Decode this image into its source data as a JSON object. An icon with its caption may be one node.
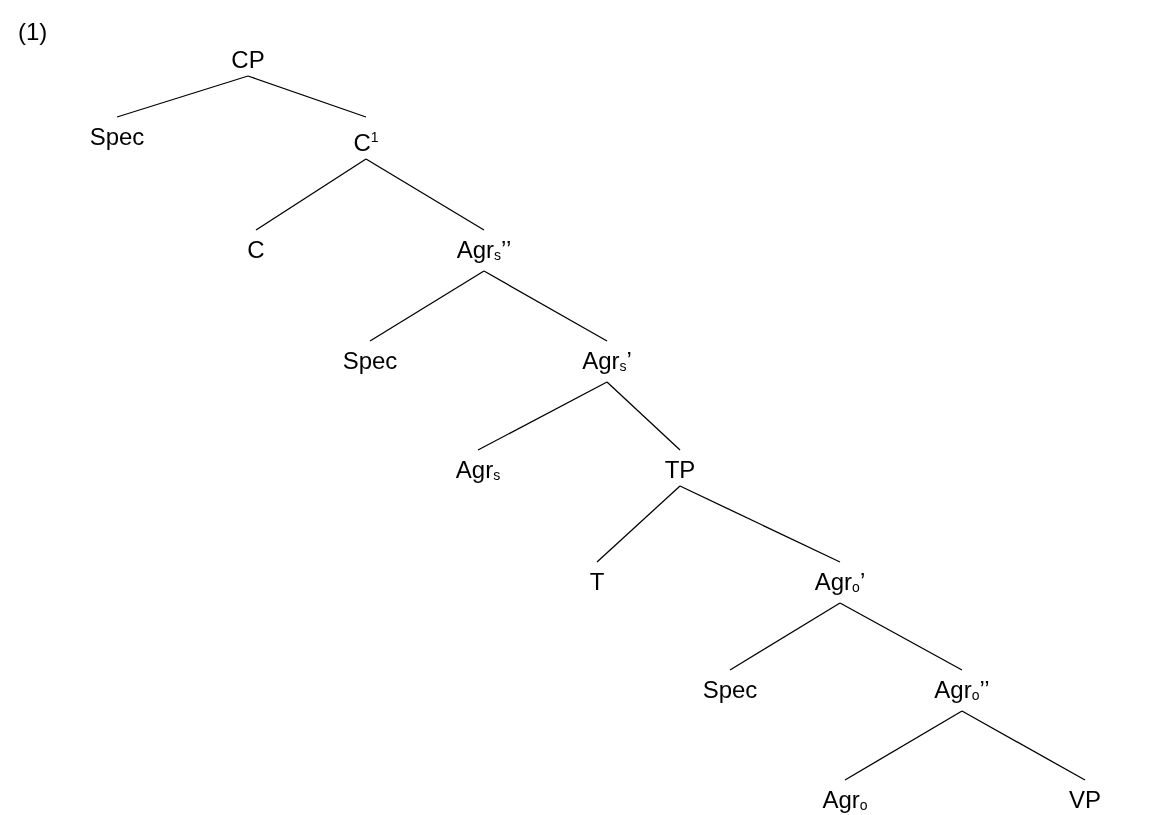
{
  "diagram": {
    "nodes": [
      {
        "text": [
          "CP"
        ]
      },
      {
        "text": [
          "Spec"
        ]
      },
      {
        "text": [
          "C$^{1}$"
        ]
      },
      {
        "text": [
          "C"
        ]
      },
      {
        "text": [
          "Agr$_{s}$’’"
        ]
      },
      {
        "text": [
          "Spec"
        ]
      },
      {
        "text": [
          "Agr$_{s}$’"
        ]
      },
      {
        "text": [
          "Agr$_{s}$"
        ]
      },
      {
        "text": [
          "TP"
        ]
      },
      {
        "text": [
          "T"
        ]
      },
      {
        "text": [
          "Agr$_{o}$’"
        ]
      },
      {
        "text": [
          "Spec"
        ]
      },
      {
        "text": [
          "Agr$_{o}$’’"
        ]
      },
      {
        "text": [
          "Agr$_{o}$"
        ]
      },
      {
        "text": [
          "VP"
        ]
      }
    ],
    "edges": [
      {
        "from": 0,
        "to": 1,
        "arrow": "none"
      },
      {
        "from": 0,
        "to": 2,
        "arrow": "none"
      },
      {
        "from": 2,
        "to": 3,
        "arrow": "none"
      },
      {
        "from": 2,
        "to": 4,
        "arrow": "none"
      },
      {
        "from": 4,
        "to": 5,
        "arrow": "none"
      },
      {
        "from": 4,
        "to": 6,
        "arrow": "none"
      },
      {
        "from": 6,
        "to": 7,
        "arrow": "none"
      },
      {
        "from": 6,
        "to": 8,
        "arrow": "none"
      },
      {
        "from": 8,
        "to": 9,
        "arrow": "none"
      },
      {
        "from": 8,
        "to": 10,
        "arrow": "none"
      },
      {
        "from": 10,
        "to": 11,
        "arrow": "none"
      },
      {
        "from": 10,
        "to": 12,
        "arrow": "none"
      },
      {
        "from": 12,
        "to": 13,
        "arrow": "none"
      },
      {
        "from": 12,
        "to": 14,
        "arrow": "none"
      }
    ],
    "labels": [
      "(1)"
    ]
  }
}
